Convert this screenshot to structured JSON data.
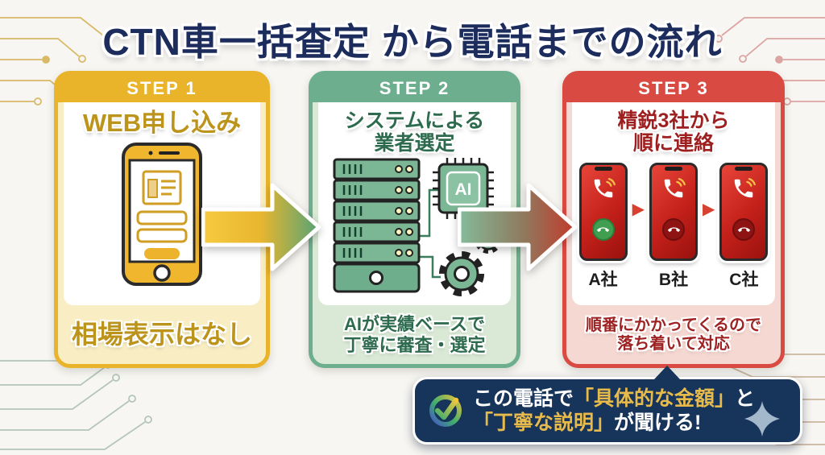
{
  "title": "CTN車一括査定 から電話までの流れ",
  "colors": {
    "title_navy": "#1c2c5c",
    "step1_accent": "#e9b32a",
    "step1_text": "#bc941c",
    "step2_accent": "#6cae8d",
    "step2_text": "#2e6b4e",
    "step3_accent": "#d84a42",
    "step3_text": "#9e1f1f",
    "callout_bg": "#17345b",
    "callout_gold": "#e7ba4c"
  },
  "steps": [
    {
      "header": "STEP 1",
      "title": "WEB申し込み",
      "footer": "相場表示はなし"
    },
    {
      "header": "STEP 2",
      "title_line1": "システムによる",
      "title_line2": "業者選定",
      "chip_label": "AI",
      "footer_line1": "AIが実績ベースで",
      "footer_line2": "丁寧に審査・選定"
    },
    {
      "header": "STEP 3",
      "title_line1": "精鋭3社から",
      "title_line2": "順に連絡",
      "phones": [
        {
          "label": "A社",
          "status": "answer-green"
        },
        {
          "label": "B社",
          "status": "decline-red"
        },
        {
          "label": "C社",
          "status": "decline-red"
        }
      ],
      "footer_line1": "順番にかかってくるので",
      "footer_line2": "落ち着いて対応"
    }
  ],
  "callout": {
    "seg1": "この電話で",
    "seg2": "「具体的な金額」",
    "seg3": "と",
    "seg4": "「丁寧な説明」",
    "seg5": "が聞ける!"
  }
}
